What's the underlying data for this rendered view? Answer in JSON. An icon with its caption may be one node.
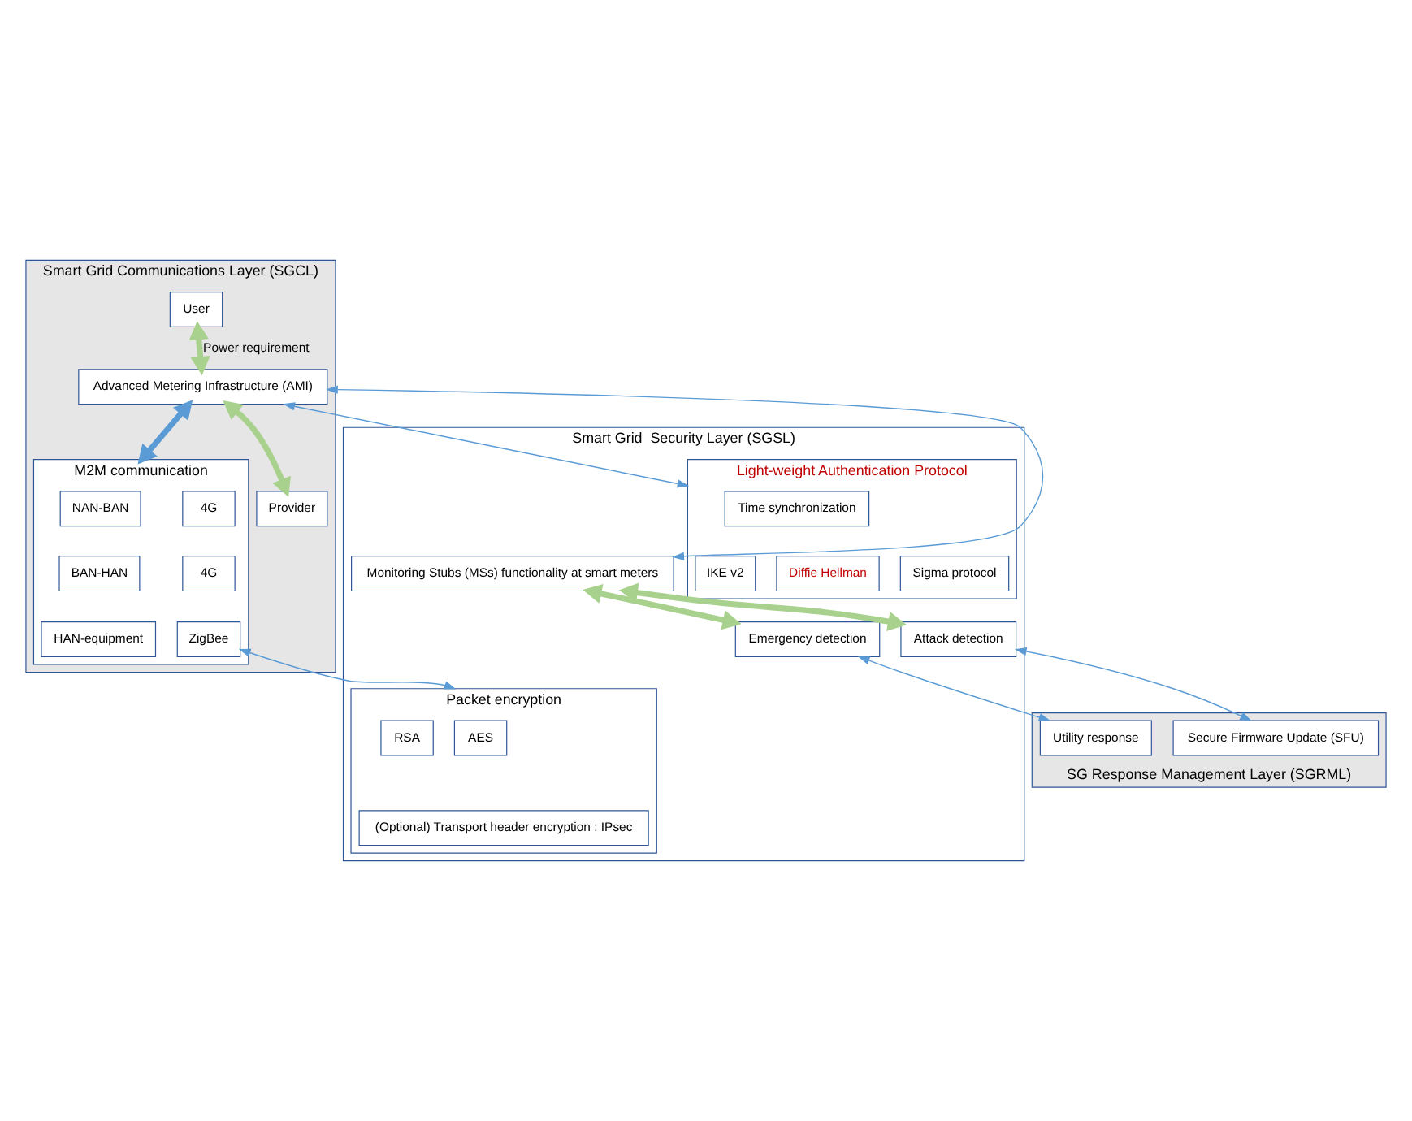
{
  "diagram": {
    "nodes": [
      {
        "text": [
          "Smart Grid Communications Layer (SGCL)"
        ]
      },
      {
        "text": [
          "User"
        ],
        "in": 0
      },
      {
        "text": [
          "Advanced Metering Infrastructure (AMI)"
        ],
        "in": 0
      },
      {
        "text": [
          "Provider"
        ],
        "in": 0
      },
      {
        "text": [
          "M2M communication"
        ],
        "in": 0
      },
      {
        "text": [
          "NAN-BAN"
        ],
        "in": 4
      },
      {
        "text": [
          "4G"
        ],
        "in": 4
      },
      {
        "text": [
          "BAN-HAN"
        ],
        "in": 4
      },
      {
        "text": [
          "4G"
        ],
        "in": 4
      },
      {
        "text": [
          "HAN-equipment"
        ],
        "in": 4
      },
      {
        "text": [
          "ZigBee"
        ],
        "in": 4
      },
      {
        "text": [
          "Smart Grid  Security Layer (SGSL)"
        ]
      },
      {
        "text": [
          "Light-weight Authentication Protocol"
        ],
        "in": 11
      },
      {
        "text": [
          "Time synchronization"
        ],
        "in": 12
      },
      {
        "text": [
          "Diffie Hellman"
        ],
        "in": 12
      },
      {
        "text": [
          "Sigma protocol"
        ],
        "in": 12
      },
      {
        "text": [
          "IKE v2"
        ],
        "in": 12
      },
      {
        "text": [
          "Monitoring Stubs (MSs) functionality at smart meters"
        ],
        "in": 11
      },
      {
        "text": [
          "Emergency detection"
        ],
        "in": 11
      },
      {
        "text": [
          "Attack detection"
        ],
        "in": 11
      },
      {
        "text": [
          "Packet encryption"
        ],
        "in": 11
      },
      {
        "text": [
          "AES"
        ],
        "in": 20
      },
      {
        "text": [
          "RSA"
        ],
        "in": 20
      },
      {
        "text": [
          "(Optional) Transport header encryption : IPsec"
        ],
        "in": 20
      },
      {
        "text": [
          "SG Response Management Layer (SGRML)"
        ]
      },
      {
        "text": [
          "Utility response"
        ],
        "in": 24
      },
      {
        "text": [
          "Secure Firmware Update (SFU)"
        ],
        "in": 24
      }
    ],
    "edges": [
      {
        "from": 1,
        "to": 2,
        "arrow": "both",
        "label": "Power requirement",
        "style": "thick",
        "color": "#a9d18e"
      },
      {
        "from": 2,
        "to": 3,
        "arrow": "both",
        "style": "thick",
        "color": "#a9d18e"
      },
      {
        "from": 2,
        "to": 4,
        "arrow": "both",
        "style": "thick"
      },
      {
        "from": 2,
        "to": 12,
        "arrow": "both"
      },
      {
        "from": 2,
        "to": 17,
        "arrow": "both"
      },
      {
        "from": 10,
        "to": 20,
        "arrow": "both"
      },
      {
        "from": 17,
        "to": 18,
        "arrow": "both",
        "style": "thick",
        "color": "#a9d18e"
      },
      {
        "from": 17,
        "to": 19,
        "arrow": "both",
        "style": "thick",
        "color": "#a9d18e"
      },
      {
        "from": 18,
        "to": 25,
        "arrow": "both"
      },
      {
        "from": 19,
        "to": 26,
        "arrow": "both"
      }
    ]
  }
}
